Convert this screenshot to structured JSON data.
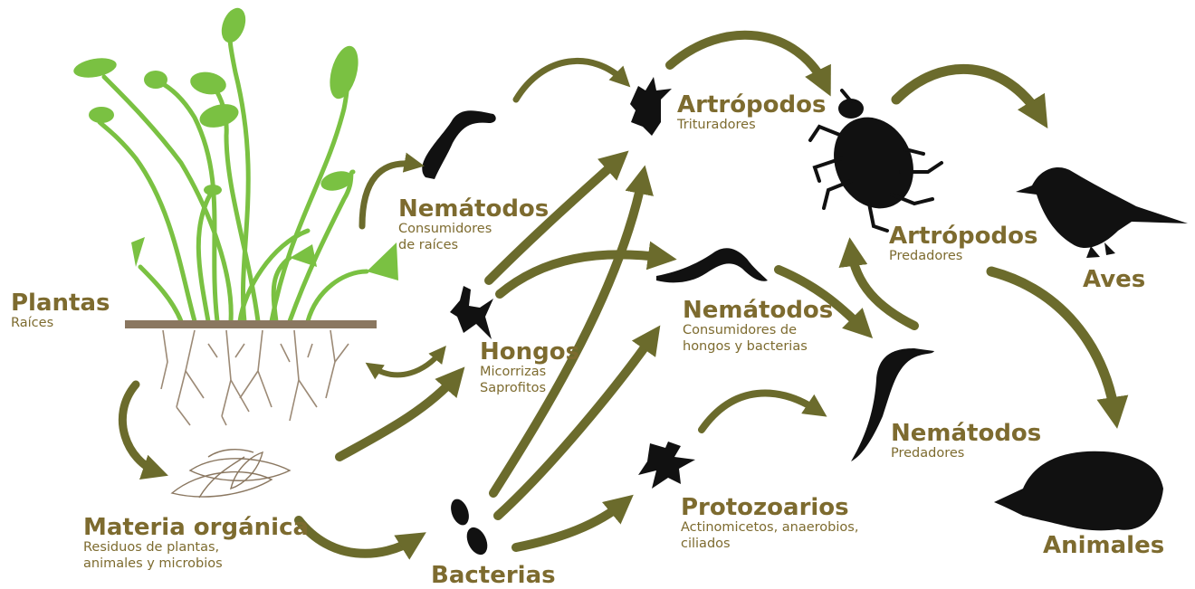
{
  "colors": {
    "arrow": "#6b6b2c",
    "label": "#7d6b2f",
    "plant": "#7ac142",
    "soil": "#8a7760",
    "organism": "#111111"
  },
  "icons": [
    "plant-roots-icon",
    "leaf-litter-icon",
    "nematode-root-icon",
    "fungi-icon",
    "bacteria-icon",
    "arthropod-shredder-icon",
    "nematode-fungal-icon",
    "protozoa-icon",
    "arthropod-predator-icon",
    "nematode-predator-icon",
    "bird-icon",
    "mole-icon"
  ],
  "nodes": {
    "plantas": {
      "title": "Plantas",
      "lines": [
        "Raíces"
      ]
    },
    "materia": {
      "title": "Materia orgánica",
      "lines": [
        "Residuos de plantas,",
        "animales y microbios"
      ]
    },
    "nem_raices": {
      "title": "Nemátodos",
      "lines": [
        "Consumidores",
        "de raíces"
      ]
    },
    "hongos": {
      "title": "Hongos",
      "lines": [
        "Micorrizas",
        "Saprofitos"
      ]
    },
    "bacterias": {
      "title": "Bacterias",
      "lines": []
    },
    "art_trit": {
      "title": "Artrópodos",
      "lines": [
        "Trituradores"
      ]
    },
    "nem_hongos": {
      "title": "Nemátodos",
      "lines": [
        "Consumidores de",
        "hongos y bacterias"
      ]
    },
    "protozoarios": {
      "title": "Protozoarios",
      "lines": [
        "Actinomicetos, anaerobios,",
        "ciliados"
      ]
    },
    "art_pred": {
      "title": "Artrópodos",
      "lines": [
        "Predadores"
      ]
    },
    "nem_pred": {
      "title": "Nemátodos",
      "lines": [
        "Predadores"
      ]
    },
    "aves": {
      "title": "Aves",
      "lines": []
    },
    "animales": {
      "title": "Animales",
      "lines": []
    }
  }
}
